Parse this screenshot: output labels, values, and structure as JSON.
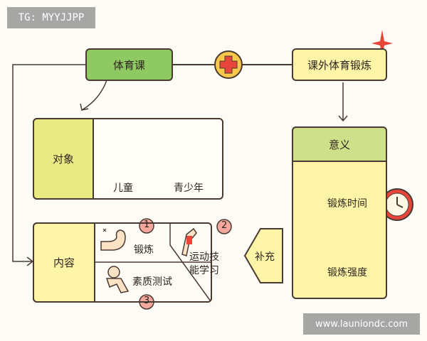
{
  "watermark": "TG: MYYJJPP",
  "url_watermark": "www.launiondc.com",
  "nodes": {
    "pe_class": "体育课",
    "extra_pe": "课外体育锻炼",
    "target": "对象",
    "children": "儿童",
    "teens": "青少年",
    "content": "内容",
    "exercise": "锻炼",
    "motor_skill_line1": "运动技",
    "motor_skill_line2": "能学习",
    "fitness_test": "素质测试",
    "supplement": "补充",
    "meaning": "意义",
    "exercise_time": "锻炼时间",
    "exercise_intensity": "锻炼强度"
  },
  "badges": [
    "1",
    "2",
    "3"
  ],
  "colors": {
    "green": "#8ec961",
    "yellow": "#fdf4a8",
    "yellow_dark": "#e9ea84",
    "outline": "#4a3b32",
    "red": "#e8453a",
    "plus_bg": "#f9c74a"
  }
}
